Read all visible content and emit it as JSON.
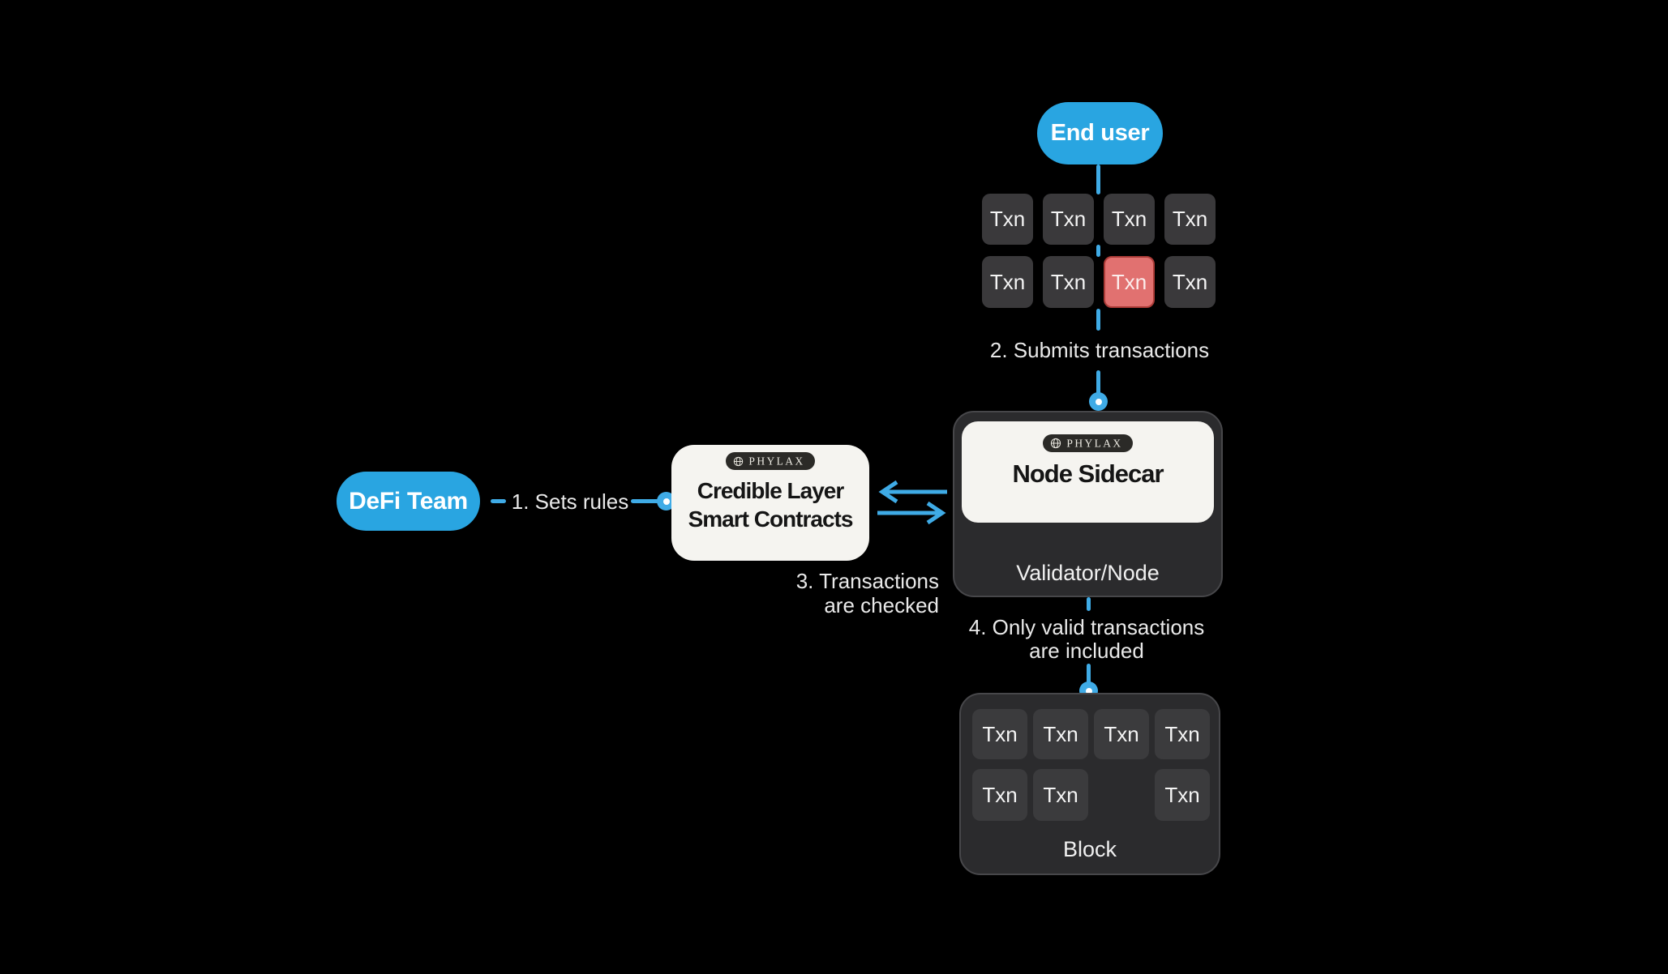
{
  "diagram": {
    "background": "#000000",
    "accent_blue": "#29A5E1",
    "connector_blue": "#3FABE6",
    "invalid_red": "#E17170",
    "invalid_red_border": "#AC3C38",
    "panel_dark": "#2B2B2D",
    "txn_cell_dark": "#3A393B",
    "card_white": "#F5F4F0"
  },
  "actors": {
    "end_user": "End user",
    "defi_team": "DeFi Team"
  },
  "steps": {
    "step1": "1. Sets rules",
    "step2": "2. Submits transactions",
    "step3_line1": "3. Transactions",
    "step3_line2": "are checked",
    "step4_line1": "4. Only valid transactions",
    "step4_line2": "are included"
  },
  "credible_layer": {
    "badge": "PHYLAX",
    "title_line1": "Credible Layer",
    "title_line2": "Smart Contracts"
  },
  "node_sidecar": {
    "badge": "PHYLAX",
    "title": "Node Sidecar",
    "container_label": "Validator/Node"
  },
  "submitted_txns": {
    "invalid_index": 6,
    "cells": [
      {
        "label": "Txn",
        "status": "valid"
      },
      {
        "label": "Txn",
        "status": "valid"
      },
      {
        "label": "Txn",
        "status": "valid"
      },
      {
        "label": "Txn",
        "status": "valid"
      },
      {
        "label": "Txn",
        "status": "valid"
      },
      {
        "label": "Txn",
        "status": "valid"
      },
      {
        "label": "Txn",
        "status": "invalid"
      },
      {
        "label": "Txn",
        "status": "valid"
      }
    ]
  },
  "block": {
    "label": "Block",
    "excluded_index": 6,
    "cells": [
      {
        "label": "Txn",
        "status": "included"
      },
      {
        "label": "Txn",
        "status": "included"
      },
      {
        "label": "Txn",
        "status": "included"
      },
      {
        "label": "Txn",
        "status": "included"
      },
      {
        "label": "Txn",
        "status": "included"
      },
      {
        "label": "Txn",
        "status": "included"
      },
      {
        "label": "",
        "status": "excluded"
      },
      {
        "label": "Txn",
        "status": "included"
      }
    ]
  }
}
